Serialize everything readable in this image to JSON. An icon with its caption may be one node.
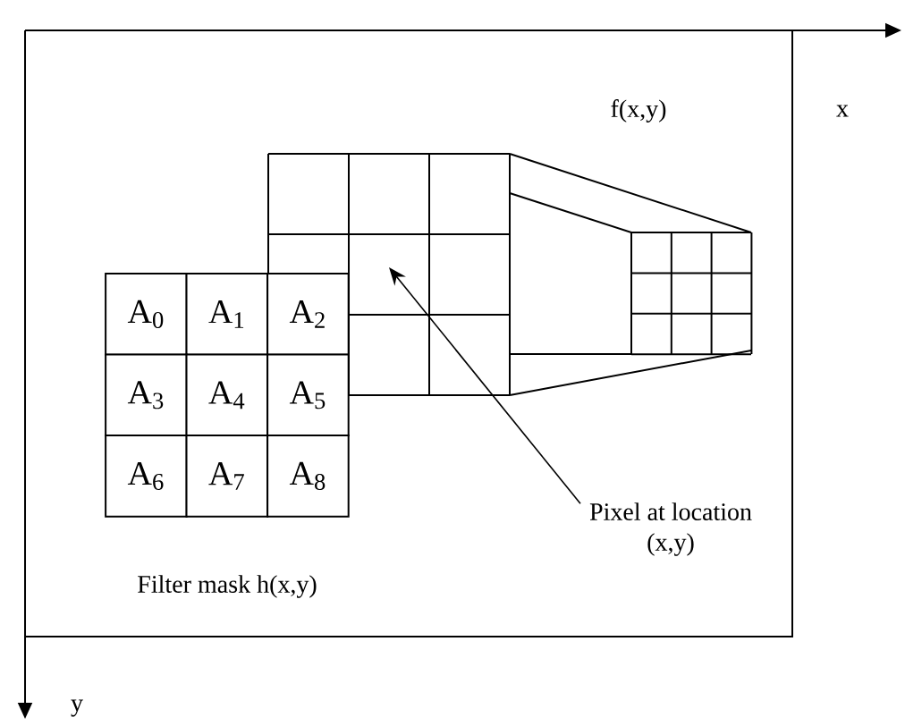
{
  "diagram": {
    "nodes": [
      {
        "text": [],
        "shape": "box"
      },
      {
        "text": [
          "A$_{0}$"
        ]
      },
      {
        "text": [
          "A$_{1}$"
        ]
      },
      {
        "text": [
          "A$_{2}$"
        ]
      },
      {
        "text": [
          "A$_{3}$"
        ]
      },
      {
        "text": [
          "A$_{4}$"
        ]
      },
      {
        "text": [
          "A$_{5}$"
        ]
      },
      {
        "text": [
          "A$_{6}$"
        ]
      },
      {
        "text": [
          "A$_{7}$"
        ]
      },
      {
        "text": [
          "A$_{8}$"
        ]
      },
      {
        "text": [
          "Pixel at location (x,y)"
        ]
      }
    ],
    "edges": [
      {
        "from": 10,
        "to": 0,
        "arrow": "to"
      }
    ],
    "labels": [
      "f(x,y)",
      "x",
      "Filter mask h(x,y)",
      "y"
    ]
  }
}
